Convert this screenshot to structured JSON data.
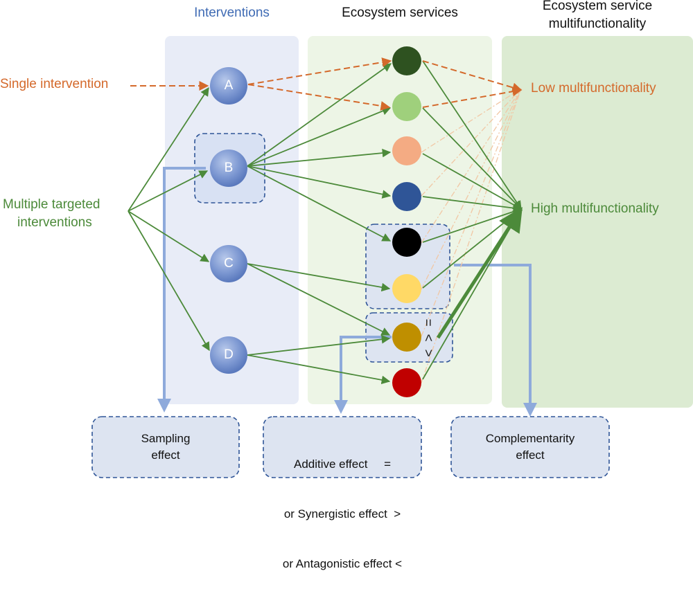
{
  "headers": {
    "interventions": "Interventions",
    "ecosystem_services": "Ecosystem services",
    "multifunctionality_line1": "Ecosystem service",
    "multifunctionality_line2": "multifunctionality"
  },
  "left_labels": {
    "single": "Single intervention",
    "multiple_line1": "Multiple targeted",
    "multiple_line2": "interventions"
  },
  "outcomes": {
    "low": "Low multifunctionality",
    "high": "High multifunctionality"
  },
  "interventions": [
    "A",
    "B",
    "C",
    "D"
  ],
  "services": [
    {
      "name": "service-dark-green",
      "color": "#2e5220"
    },
    {
      "name": "service-light-green",
      "color": "#9fd07c"
    },
    {
      "name": "service-salmon",
      "color": "#f4ab83"
    },
    {
      "name": "service-blue",
      "color": "#2f5597"
    },
    {
      "name": "service-black",
      "color": "#000000"
    },
    {
      "name": "service-yellow",
      "color": "#ffd966"
    },
    {
      "name": "service-gold",
      "color": "#bf8f00"
    },
    {
      "name": "service-red",
      "color": "#c00000"
    }
  ],
  "effect_symbols": [
    "=",
    ">",
    "<"
  ],
  "boxes": {
    "sampling_line1": "Sampling",
    "sampling_line2": "effect",
    "additive_line1": "Additive effect     =",
    "additive_line2": "or Synergistic effect  >",
    "additive_line3": "or Antagonistic effect <",
    "complementarity_line1": "Complementarity",
    "complementarity_line2": "effect"
  },
  "colors": {
    "orange": "#d4692b",
    "green": "#4c8a3a",
    "blue_accent": "#8eaadb",
    "interventions_panel": "#e8ecf7",
    "services_panel": "#edf5e6",
    "multifunctionality_panel": "#dcebd2"
  }
}
